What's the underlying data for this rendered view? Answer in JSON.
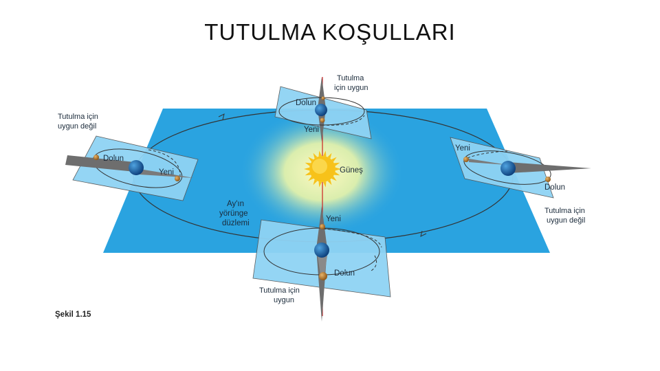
{
  "title": "TUTULMA  KOŞULLARI",
  "figure_caption": "Şekil 1.15",
  "labels": {
    "top": {
      "caption_line1": "Tutulma",
      "caption_line2": "için uygun",
      "dolun": "Dolun",
      "yeni": "Yeni"
    },
    "left": {
      "caption_line1": "Tutulma için",
      "caption_line2": "uygun değil",
      "dolun": "Dolun",
      "yeni": "Yeni"
    },
    "right": {
      "caption_line1": "Tutulma için",
      "caption_line2": "uygun değil",
      "dolun": "Dolun",
      "yeni": "Yeni"
    },
    "bottom": {
      "caption_line1": "Tutulma için",
      "caption_line2": "uygun",
      "dolun": "Dolun",
      "yeni": "Yeni"
    },
    "sun": "Güneş",
    "orbit_plane_line1": "Ay'ın",
    "orbit_plane_line2": "yörünge",
    "orbit_plane_line3": "düzlemi"
  },
  "colors": {
    "plane": "#2aa3e0",
    "plane_light": "#8fd3f4",
    "sun": "#f7c21a",
    "earth": "#0d4f94",
    "moon": "#b0712a",
    "shadow": "#6e6e6e",
    "line_red": "#cc2222"
  }
}
